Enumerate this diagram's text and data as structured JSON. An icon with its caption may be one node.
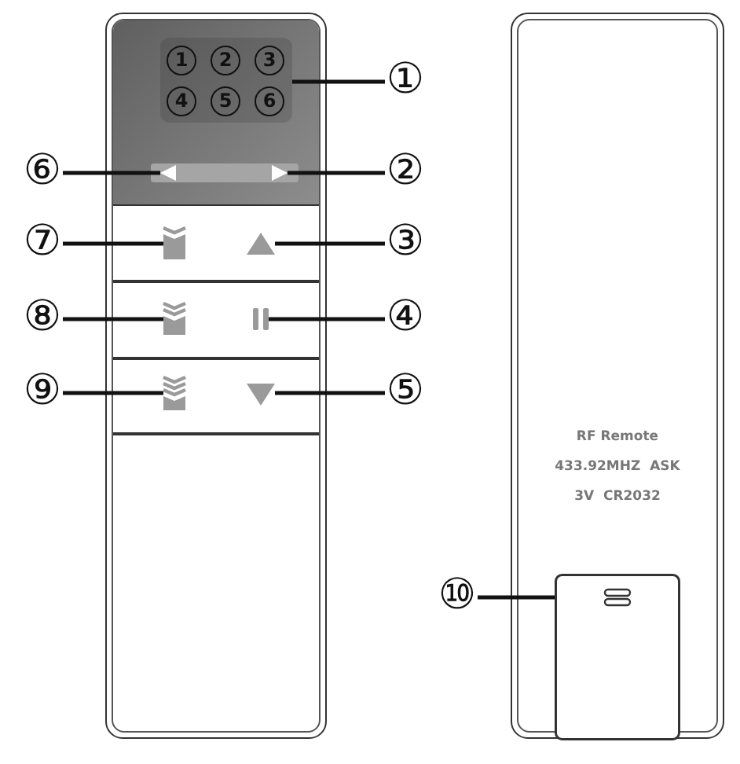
{
  "diagram": {
    "nodes": [
      {
        "text": [
          "①"
        ]
      },
      {
        "text": [
          "⑥"
        ]
      },
      {
        "text": [
          "②"
        ]
      },
      {
        "text": [
          "⑦"
        ]
      },
      {
        "text": [
          "③"
        ]
      },
      {
        "text": [
          "⑧"
        ]
      },
      {
        "text": [
          "④"
        ]
      },
      {
        "text": [
          "⑨"
        ]
      },
      {
        "text": [
          "⑤"
        ]
      },
      {
        "text": [
          "⑩"
        ]
      },
      {
        "text": [],
        "shape": "box"
      },
      {
        "text": [],
        "shape": "triangle"
      },
      {
        "text": [],
        "shape": "triangle"
      },
      {
        "text": [],
        "shape": "box"
      },
      {
        "text": [],
        "shape": "triangle"
      },
      {
        "text": [],
        "shape": "box"
      },
      {
        "text": [],
        "shape": "box"
      },
      {
        "text": [],
        "shape": "box"
      },
      {
        "text": [],
        "shape": "triangle"
      },
      {
        "text": [],
        "shape": "box"
      }
    ],
    "edges": [
      {
        "from": 0,
        "to": 10,
        "arrow": "none"
      },
      {
        "from": 1,
        "to": 11,
        "arrow": "none"
      },
      {
        "from": 2,
        "to": 12,
        "arrow": "none"
      },
      {
        "from": 3,
        "to": 13,
        "arrow": "none"
      },
      {
        "from": 4,
        "to": 14,
        "arrow": "none"
      },
      {
        "from": 5,
        "to": 15,
        "arrow": "none"
      },
      {
        "from": 6,
        "to": 16,
        "arrow": "none"
      },
      {
        "from": 7,
        "to": 17,
        "arrow": "none"
      },
      {
        "from": 8,
        "to": 18,
        "arrow": "none"
      },
      {
        "from": 9,
        "to": 19,
        "arrow": "none"
      }
    ],
    "labels": [
      "1",
      "2",
      "3",
      "4",
      "5",
      "6",
      "RF Remote",
      "433.92MHZ  ASK",
      "3V  CR2032"
    ]
  }
}
